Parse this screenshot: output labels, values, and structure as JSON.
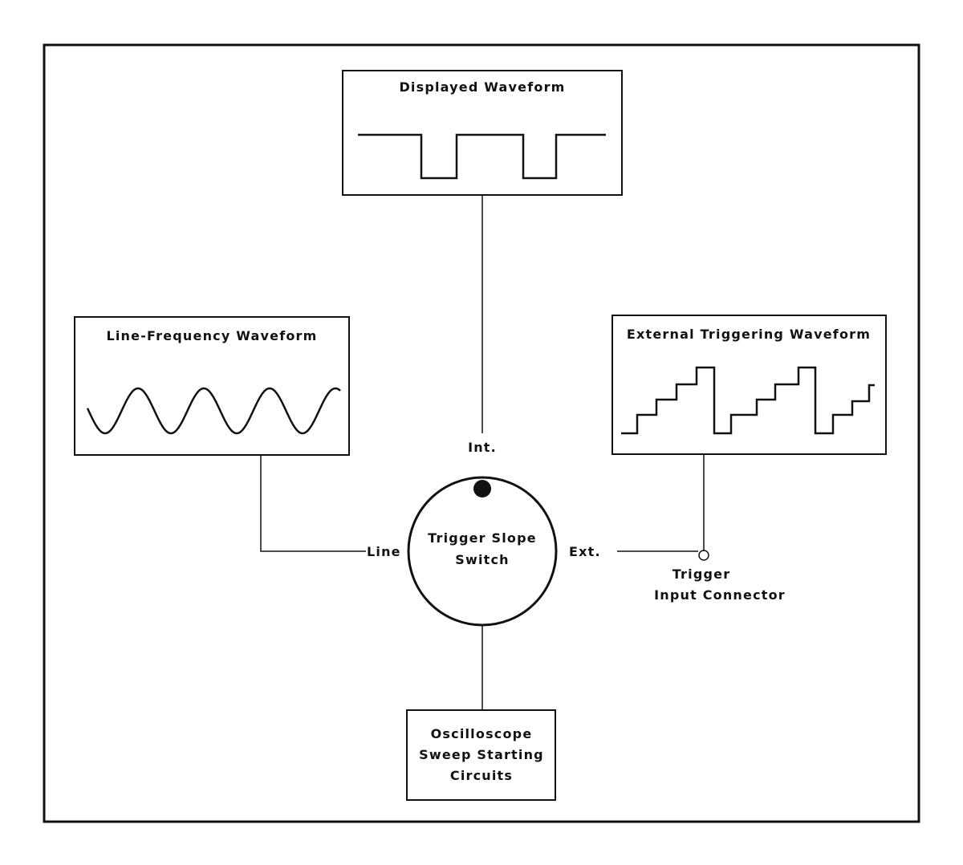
{
  "diagram": {
    "displayed_waveform": {
      "title": "Displayed Waveform",
      "shape": "square-pulse-train"
    },
    "line_frequency_waveform": {
      "title": "Line-Frequency Waveform",
      "shape": "sine"
    },
    "external_triggering_waveform": {
      "title": "External Triggering Waveform",
      "shape": "staircase"
    },
    "switch": {
      "title_line1": "Trigger Slope",
      "title_line2": "Switch",
      "positions": {
        "int": "Int.",
        "line": "Line",
        "ext": "Ext."
      },
      "selected": "Int."
    },
    "connector": {
      "line1": "Trigger",
      "line2": "Input Connector"
    },
    "sweep_circuits": {
      "line1": "Oscilloscope",
      "line2": "Sweep Starting",
      "line3": "Circuits"
    },
    "connections": [
      {
        "from": "Displayed Waveform",
        "to": "Int."
      },
      {
        "from": "Line-Frequency Waveform",
        "to": "Line"
      },
      {
        "from": "External Triggering Waveform",
        "to": "Trigger Input Connector"
      },
      {
        "from": "Trigger Input Connector",
        "to": "Ext."
      },
      {
        "from": "Trigger Slope Switch",
        "to": "Oscilloscope Sweep Starting Circuits"
      }
    ]
  }
}
